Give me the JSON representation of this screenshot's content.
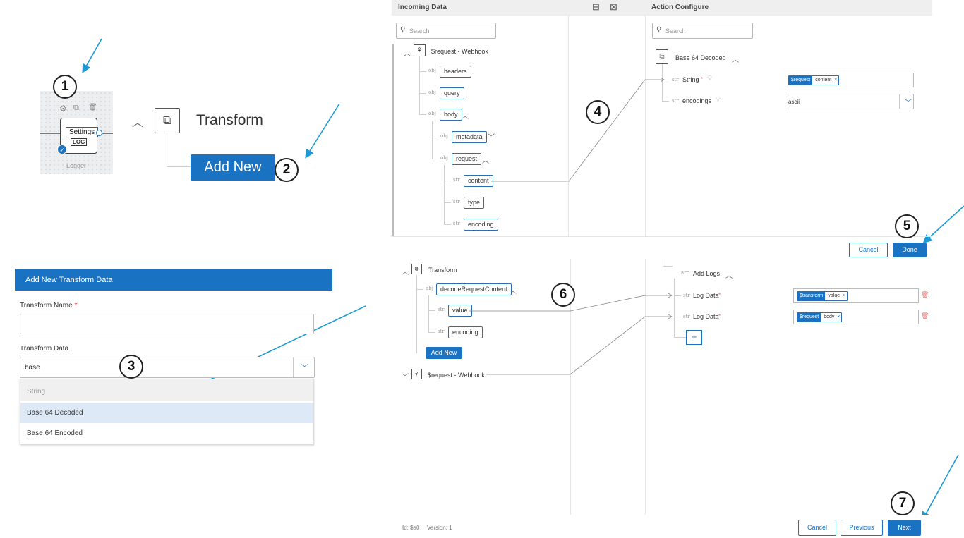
{
  "badges": [
    "1",
    "2",
    "3",
    "4",
    "5",
    "6",
    "7"
  ],
  "logger": {
    "tooltip": "Settings",
    "label": "Logger",
    "log_text": "LOG"
  },
  "transform_header": {
    "title": "Transform",
    "add_new": "Add New"
  },
  "dialog": {
    "title": "Add New Transform Data",
    "name_label": "Transform Name",
    "required_mark": "*",
    "name_value": "",
    "data_label": "Transform Data",
    "data_value": "base",
    "options": [
      "String",
      "Base 64 Decoded",
      "Base 64 Encoded"
    ]
  },
  "top_panel": {
    "incoming_title": "Incoming Data",
    "action_title": "Action Configure",
    "search_placeholder": "Search",
    "root": "$request - Webhook",
    "nodes": {
      "headers": "headers",
      "query": "query",
      "body": "body",
      "metadata": "metadata",
      "request": "request",
      "content": "content",
      "type": "type",
      "encoding": "encoding"
    },
    "type_obj": "obj",
    "type_str": "str",
    "action_node": "Base 64 Decoded",
    "field_string": "String",
    "field_encodings": "encodings",
    "chip_source": "$request",
    "chip_value": "content",
    "encodings_value": "ascii",
    "cancel": "Cancel",
    "done": "Done"
  },
  "bottom_panel": {
    "transform": "Transform",
    "decode": "decodeRequestContent",
    "value": "value",
    "encoding": "encoding",
    "add_new": "Add New",
    "webhook": "$request - Webhook",
    "type_arr": "arr",
    "add_logs": "Add Logs",
    "log_data": "Log Data",
    "chip1_source": "$transform",
    "chip1_value": "value",
    "chip2_source": "$request",
    "chip2_value": "body",
    "plus": "+"
  },
  "footer": {
    "id_text": "Id: $a0",
    "version_text": "Version: 1",
    "cancel": "Cancel",
    "previous": "Previous",
    "next": "Next"
  },
  "colors": {
    "accent": "#1a73c2",
    "arrow": "#1a9ad6",
    "header_bg": "#efefef"
  },
  "icons": [
    "gear-icon",
    "copy-icon",
    "trash-icon",
    "transform-icon",
    "webhook-icon",
    "search-icon",
    "chevron-down-icon",
    "chevron-up-icon",
    "close-icon",
    "bulb-icon",
    "check-icon"
  ]
}
